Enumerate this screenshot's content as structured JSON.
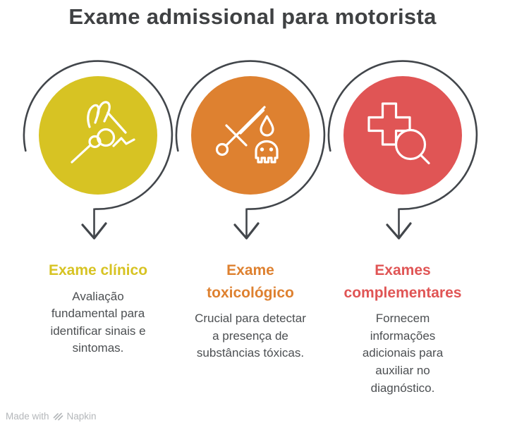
{
  "title": "Exame admissional para motorista",
  "items": [
    {
      "heading": "Exame clínico",
      "body": "Avaliação fundamental para identificar sinais e sintomas.",
      "color": "#d7c323",
      "icon": "hand-holding-needle-icon"
    },
    {
      "heading": "Exame toxicológico",
      "body": "Crucial para detectar a presença de substâncias tóxicas.",
      "color": "#de8130",
      "icon": "sword-poison-skull-icon"
    },
    {
      "heading": "Exames complementares",
      "body": "Fornecem informações adicionais para auxiliar no diagnóstico.",
      "color": "#e05555",
      "icon": "medical-cross-magnifier-icon"
    }
  ],
  "footer": {
    "prefix": "Made with",
    "brand": "Napkin"
  },
  "colors": {
    "title_text": "#3f4143",
    "body_text": "#4c4f52",
    "connector_gray": "#42464b",
    "icon_stroke": "#ffffff",
    "watermark_gray": "#b4b7ba",
    "background": "#ffffff"
  }
}
